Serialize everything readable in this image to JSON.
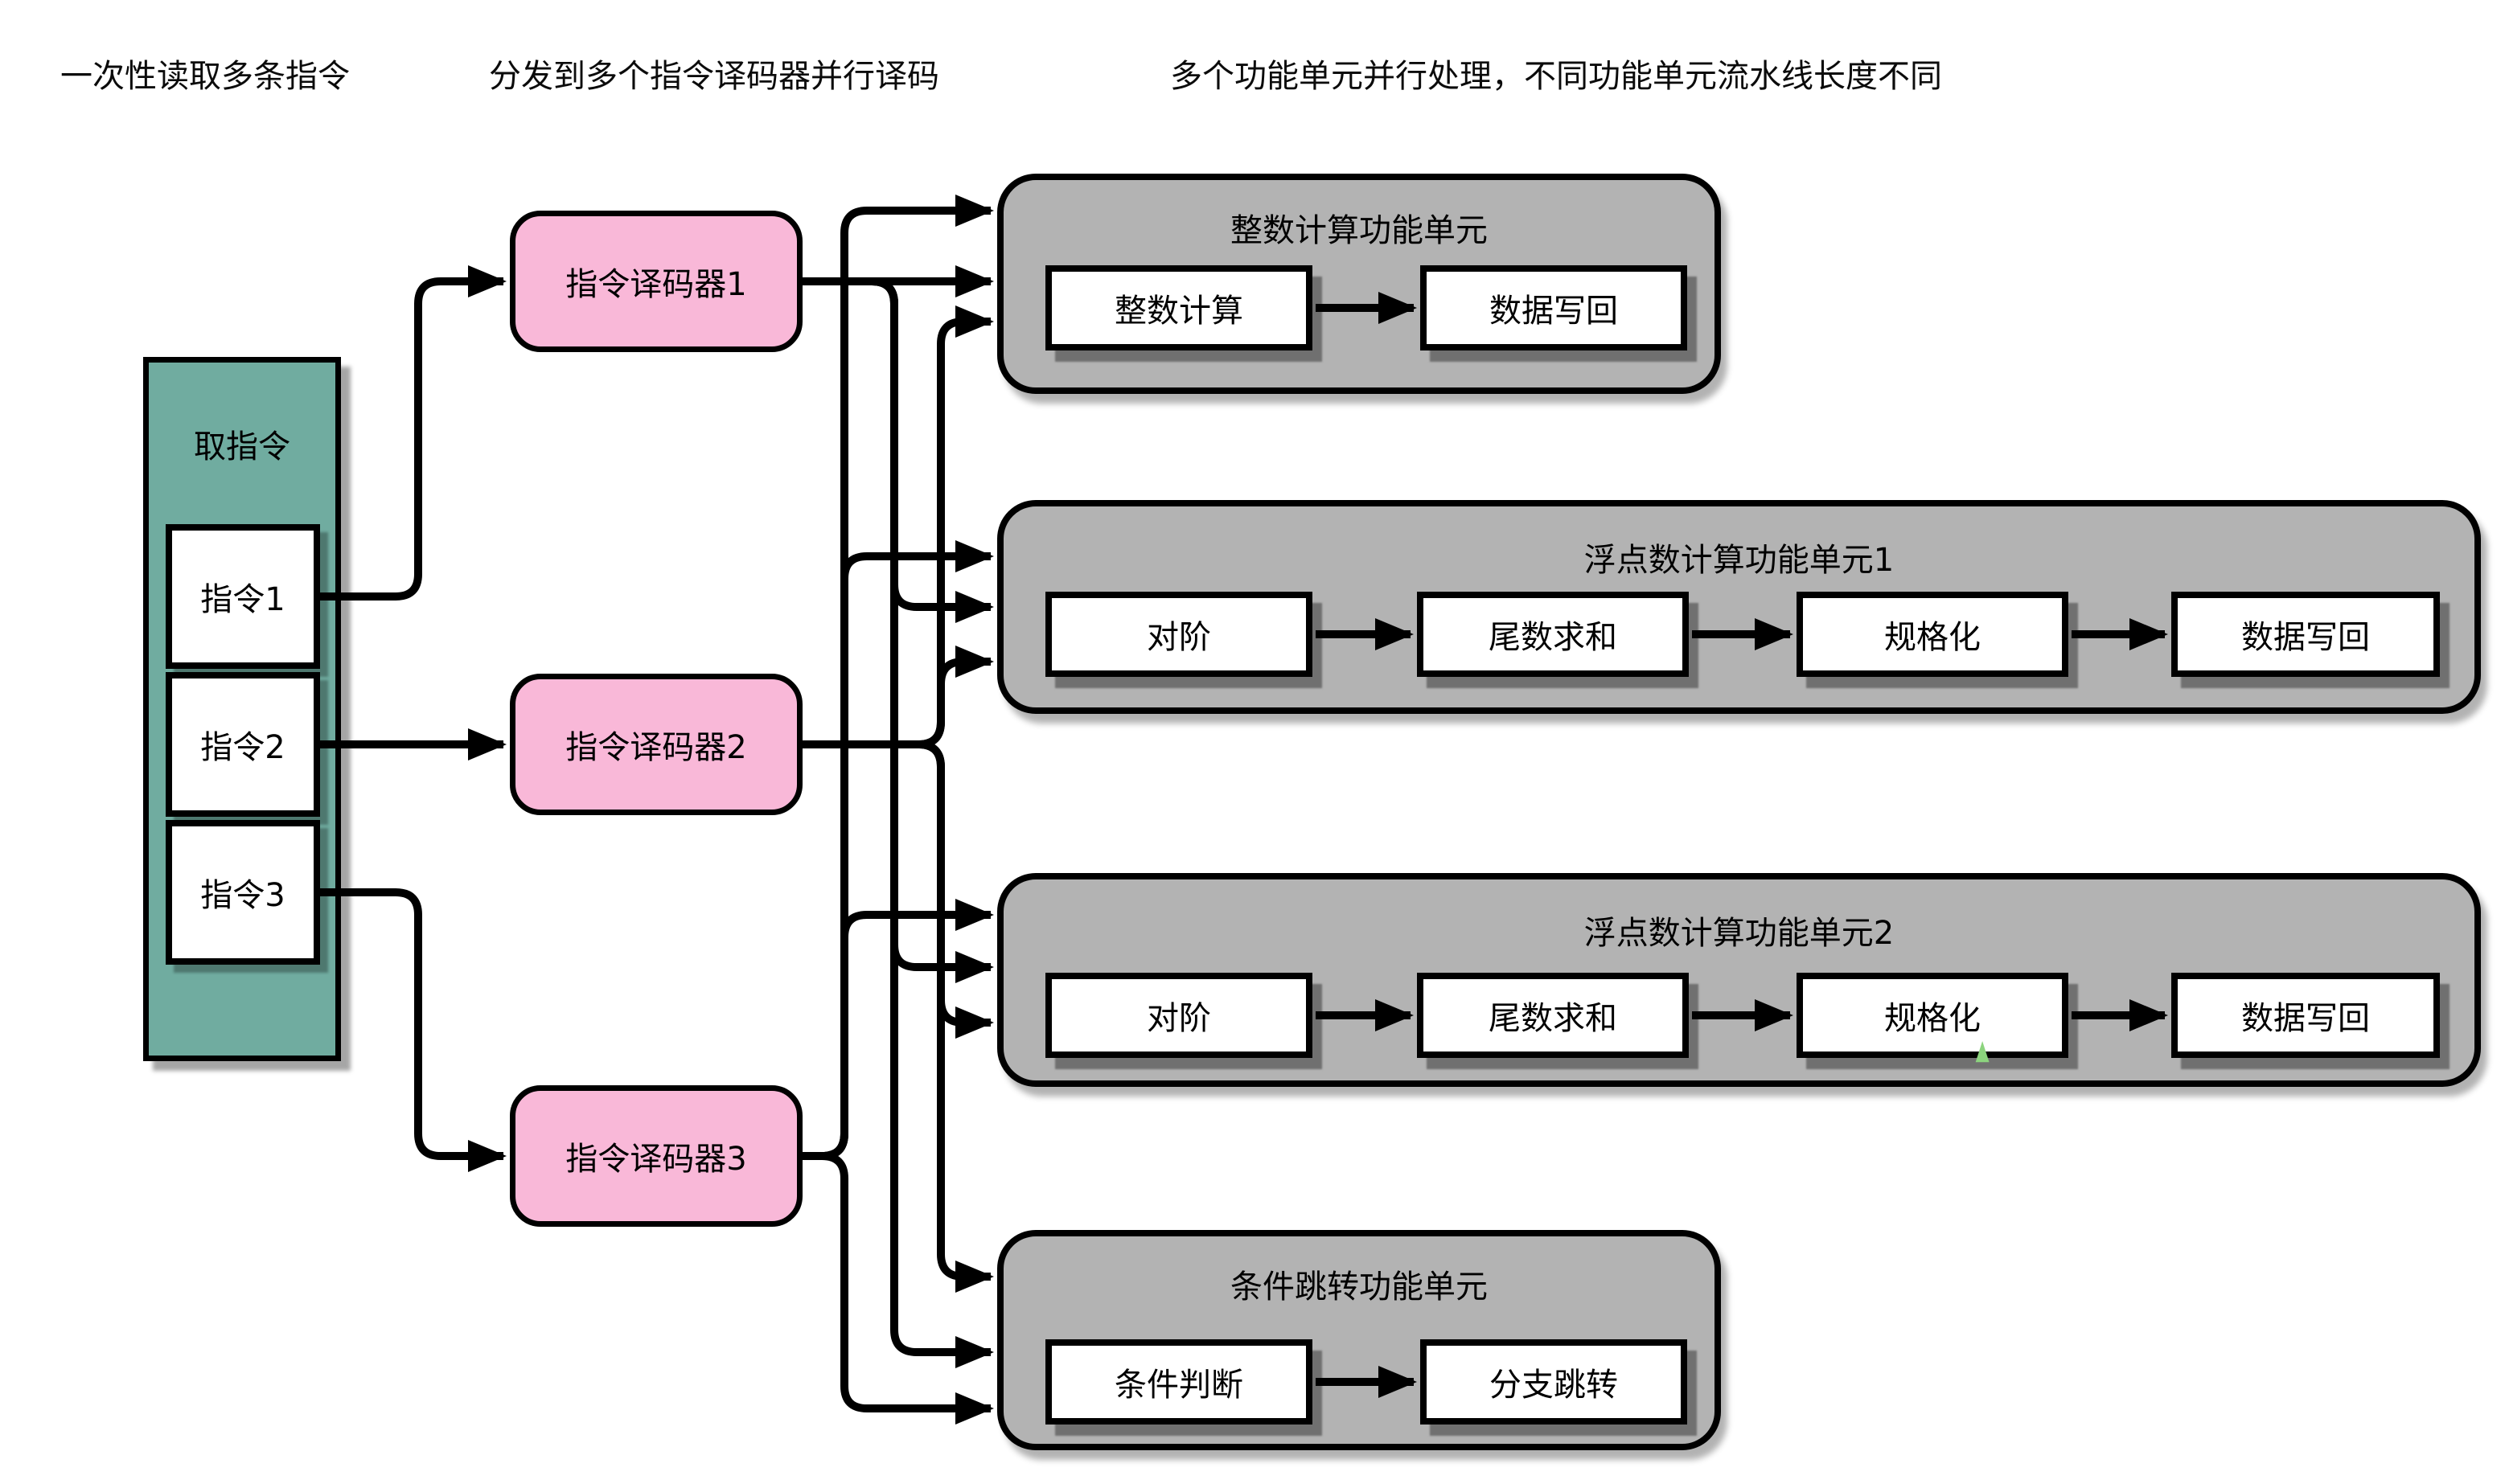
{
  "annotations": {
    "fetch": "一次性读取多条指令",
    "decode": "分发到多个指令译码器并行译码",
    "execute": "多个功能单元并行处理，不同功能单元流水线长度不同"
  },
  "fetch_unit": {
    "title": "取指令",
    "instructions": [
      "指令1",
      "指令2",
      "指令3"
    ]
  },
  "decoders": [
    "指令译码器1",
    "指令译码器2",
    "指令译码器3"
  ],
  "functional_units": [
    {
      "title": "整数计算功能单元",
      "stages": [
        "整数计算",
        "数据写回"
      ]
    },
    {
      "title": "浮点数计算功能单元1",
      "stages": [
        "对阶",
        "尾数求和",
        "规格化",
        "数据写回"
      ]
    },
    {
      "title": "浮点数计算功能单元2",
      "stages": [
        "对阶",
        "尾数求和",
        "规格化",
        "数据写回"
      ]
    },
    {
      "title": "条件跳转功能单元",
      "stages": [
        "条件判断",
        "分支跳转"
      ]
    }
  ],
  "stray_mark": "▲",
  "colors": {
    "fetch_box": "#70aca0",
    "decoder_box": "#f9b8d8",
    "unit_box": "#b3b3b3",
    "stage_box": "#ffffff",
    "line": "#000000",
    "stray_mark": "#8cd47e"
  }
}
